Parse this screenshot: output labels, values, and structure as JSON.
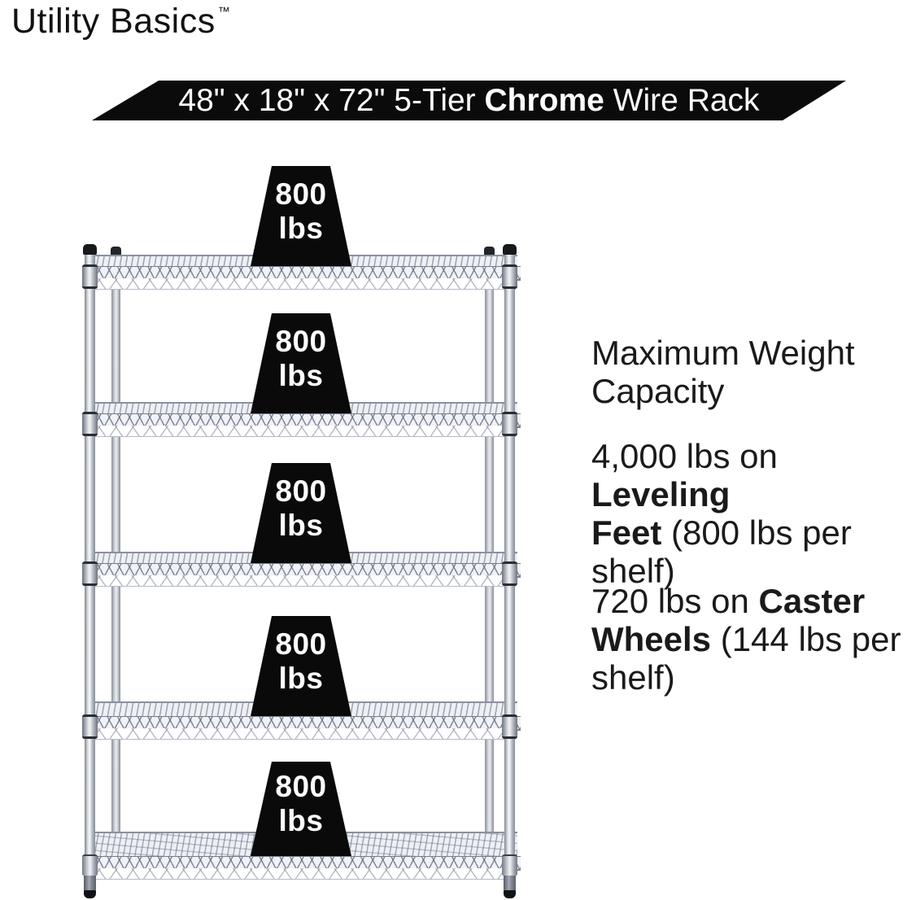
{
  "logo": {
    "text": "Utility Basics",
    "trademark": "™"
  },
  "banner": {
    "pre": "48\" x 18\" x 72\" 5-Tier ",
    "bold": "Chrome",
    "post": " Wire Rack",
    "bg_color": "#0b0b0b",
    "text_color": "#ffffff"
  },
  "rack": {
    "tiers": 5,
    "weights": [
      {
        "value": "800",
        "unit": "lbs"
      },
      {
        "value": "800",
        "unit": "lbs"
      },
      {
        "value": "800",
        "unit": "lbs"
      },
      {
        "value": "800",
        "unit": "lbs"
      },
      {
        "value": "800",
        "unit": "lbs"
      }
    ],
    "weight_bg": "#0a0a0a",
    "weight_text": "#ffffff",
    "chrome_color": "#c6cad2"
  },
  "specs": {
    "heading": "Maximum Weight\nCapacity",
    "leveling": {
      "l1_normal": "4,000 lbs on ",
      "l1_bold": "Leveling",
      "l2_bold": "Feet",
      "l2_normal": " (800 lbs per",
      "l3_normal": "shelf)"
    },
    "casters": {
      "l1_normal": "720 lbs on ",
      "l1_bold": "Caster",
      "l2_bold": "Wheels",
      "l2_normal": " (144 lbs per",
      "l3_normal": "shelf)"
    },
    "text_color": "#1a1a1a"
  }
}
